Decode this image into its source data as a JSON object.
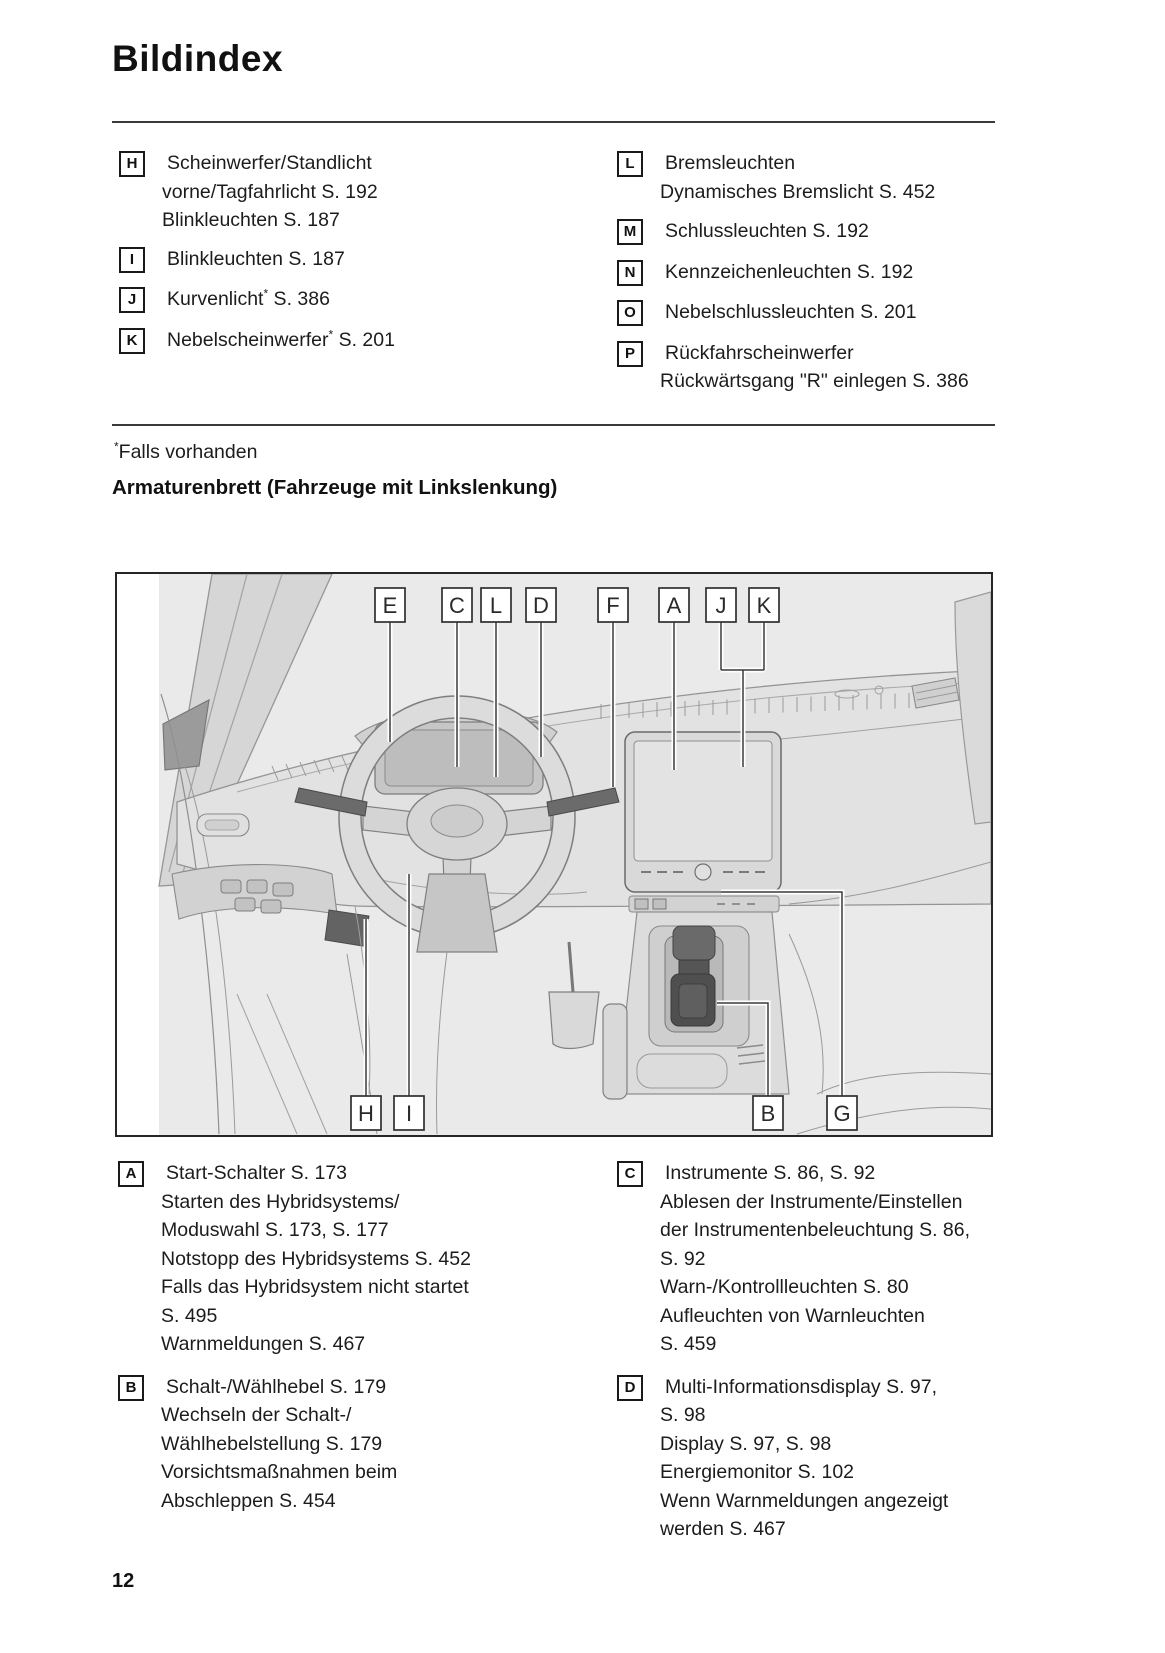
{
  "page": {
    "title": "Bildindex",
    "footnote_sup": "*",
    "footnote_text": "Falls vorhanden",
    "section_heading": "Armaturenbrett (Fahrzeuge mit Linkslenkung)",
    "page_number": "12"
  },
  "top_index": {
    "left": [
      {
        "key": "H",
        "lines": [
          "Scheinwerfer/Standlicht",
          "vorne/Tagfahrlicht S. 192",
          "Blinkleuchten S. 187"
        ]
      },
      {
        "key": "I",
        "lines": [
          "Blinkleuchten S. 187"
        ]
      },
      {
        "key": "J",
        "pre": "Kurvenlicht",
        "sup": "*",
        "post": " S. 386"
      },
      {
        "key": "K",
        "pre": "Nebelscheinwerfer",
        "sup": "*",
        "post": " S. 201"
      }
    ],
    "right": [
      {
        "key": "L",
        "lines": [
          "Bremsleuchten",
          "Dynamisches Bremslicht S. 452"
        ]
      },
      {
        "key": "M",
        "lines": [
          "Schlussleuchten S. 192"
        ]
      },
      {
        "key": "N",
        "lines": [
          "Kennzeichenleuchten S. 192"
        ]
      },
      {
        "key": "O",
        "lines": [
          "Nebelschlussleuchten S. 201"
        ]
      },
      {
        "key": "P",
        "lines": [
          "Rückfahrscheinwerfer",
          "Rückwärtsgang \"R\" einlegen S. 386"
        ]
      }
    ]
  },
  "diagram": {
    "top_labels": [
      "E",
      "C",
      "L",
      "D",
      "F",
      "A",
      "J",
      "K"
    ],
    "bottom_labels": [
      "H",
      "I",
      "B",
      "G"
    ]
  },
  "bottom_index": {
    "left": [
      {
        "key": "A",
        "lines": [
          "Start-Schalter S. 173",
          "Starten des Hybridsystems/",
          "Moduswahl S. 173, S. 177",
          "Notstopp des Hybridsystems S. 452",
          "Falls das Hybridsystem nicht startet",
          "S. 495",
          "Warnmeldungen S. 467"
        ]
      },
      {
        "key": "B",
        "lines": [
          "Schalt-/Wählhebel S. 179",
          "Wechseln der Schalt-/",
          "Wählhebelstellung S. 179",
          "Vorsichtsmaßnahmen beim",
          "Abschleppen S. 454"
        ]
      }
    ],
    "right": [
      {
        "key": "C",
        "lines": [
          "Instrumente S. 86, S. 92",
          "Ablesen der Instrumente/Einstellen",
          "der Instrumentenbeleuchtung S. 86,",
          "S. 92",
          "Warn-/Kontrollleuchten S. 80",
          "Aufleuchten von Warnleuchten",
          "S. 459"
        ]
      },
      {
        "key": "D",
        "lines": [
          "Multi-Informationsdisplay S. 97,",
          "S. 98",
          "Display S. 97, S. 98",
          "Energiemonitor S. 102",
          "Wenn Warnmeldungen angezeigt",
          "werden S. 467"
        ]
      }
    ]
  }
}
